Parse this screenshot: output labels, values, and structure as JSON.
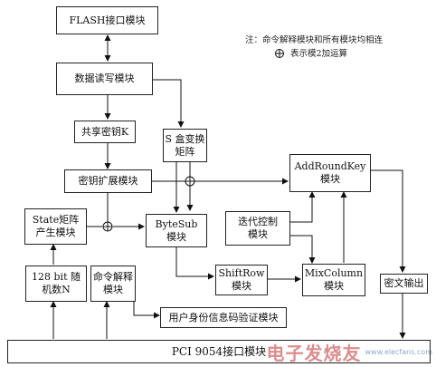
{
  "note": {
    "line1": "注：命令解释模块和所有模块均相连",
    "line2": "表示模2加运算",
    "xor_symbol": "⊕"
  },
  "blocks": {
    "flash": "FLASH接口模块",
    "data_rw": "数据读写模块",
    "shared_key": "共享密钥K",
    "sbox": "S 盒变换\n矩阵",
    "key_expand": "密钥扩展模块",
    "add_round_key": "AddRoundKey\n模块",
    "state": "State矩阵\n产生模块",
    "bytesub": "ByteSub\n模块",
    "iter_ctrl": "迭代控制\n模块",
    "random": "128 bit 随\n机数N",
    "cmd": "命令解释\n模块",
    "shiftrow": "ShiftRow\n模块",
    "mixcolumn": "MixColumn\n模块",
    "cipher_out": "密文输出",
    "auth": "用户身份信息码验证模块",
    "pci": "PCI 9054接口模块"
  },
  "watermark": {
    "logo": "电子发烧友",
    "sub": "www.elecfans.com"
  }
}
